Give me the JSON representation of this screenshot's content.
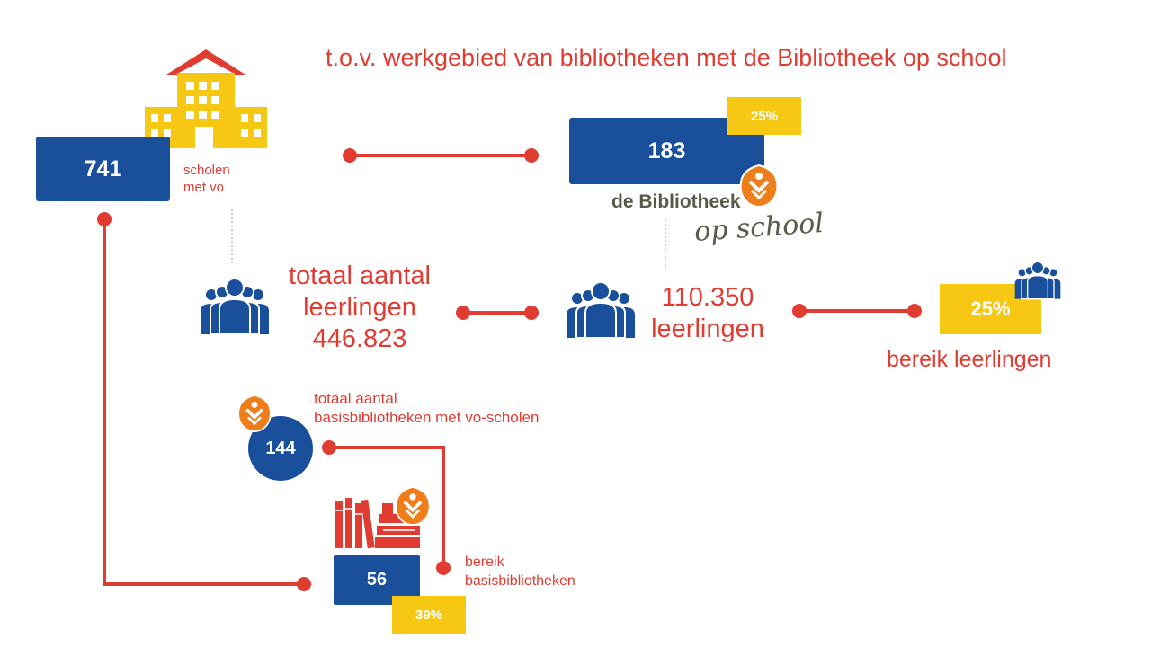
{
  "title": "t.o.v. werkgebied van bibliotheken met de Bibliotheek op school",
  "schools": {
    "value": "741",
    "label_line1": "scholen",
    "label_line2": "met vo"
  },
  "bos_schools": {
    "value": "183",
    "percent": "25%"
  },
  "brand": {
    "line1": "de Bibliotheek",
    "line2": "op school"
  },
  "students_total": {
    "line1": "totaal aantal",
    "line2": "leerlingen",
    "line3": "446.823"
  },
  "students_bos": {
    "line1": "110.350",
    "line2": "leerlingen"
  },
  "reach_students": {
    "percent": "25%",
    "label": "bereik leerlingen"
  },
  "libraries_total": {
    "value": "144",
    "line1": "totaal aantal",
    "line2": "basisbibliotheken met vo-scholen"
  },
  "libraries_reach": {
    "value": "56",
    "percent": "39%",
    "line1": "bereik",
    "line2": "basisbibliotheken"
  },
  "icons": [
    "school-building-icon",
    "people-group-icon",
    "library-logo-icon",
    "books-icon"
  ],
  "colors": {
    "blue": "#1a4f9c",
    "red": "#e03c31",
    "yellow": "#f6c713",
    "orange": "#ef7d1a"
  }
}
